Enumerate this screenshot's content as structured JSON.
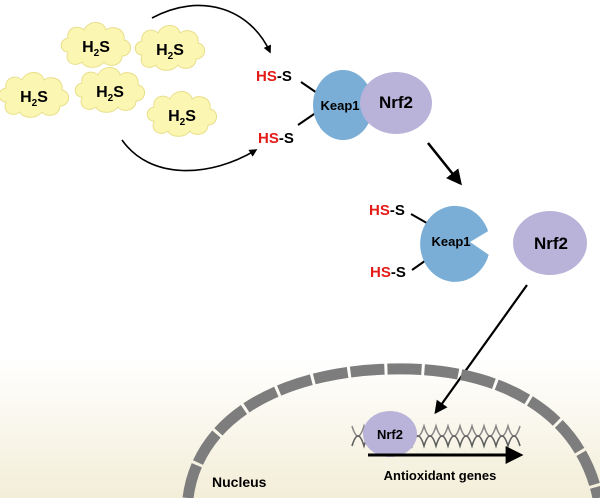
{
  "molecules": {
    "h2s": [
      {
        "main": "H",
        "sub": "2",
        "tail": "S"
      },
      {
        "main": "H",
        "sub": "2",
        "tail": "S"
      },
      {
        "main": "H",
        "sub": "2",
        "tail": "S"
      },
      {
        "main": "H",
        "sub": "2",
        "tail": "S"
      },
      {
        "main": "H",
        "sub": "2",
        "tail": "S"
      },
      {
        "main": "H",
        "sub": "2",
        "tail": "S"
      }
    ]
  },
  "complex_bound": {
    "keap1_label": "Keap1",
    "nrf2_label": "Nrf2",
    "thiol_top": {
      "hs": "HS",
      "s": "-S"
    },
    "thiol_bottom": {
      "hs": "HS",
      "s": "-S"
    }
  },
  "complex_released": {
    "keap1_label": "Keap1",
    "nrf2_label": "Nrf2",
    "thiol_top": {
      "hs": "HS",
      "s": "-S"
    },
    "thiol_bottom": {
      "hs": "HS",
      "s": "-S"
    }
  },
  "nucleus": {
    "label": "Nucleus",
    "nrf2_label": "Nrf2",
    "gene_label": "Antioxidant genes"
  },
  "colors": {
    "keap1": "#7aaed6",
    "nrf2": "#b9b3da",
    "h2s_cloud": "#fcf6b3",
    "thiol_red": "#e41b17",
    "membrane": "#7d7d7d",
    "dna": "#8a8a8a"
  }
}
